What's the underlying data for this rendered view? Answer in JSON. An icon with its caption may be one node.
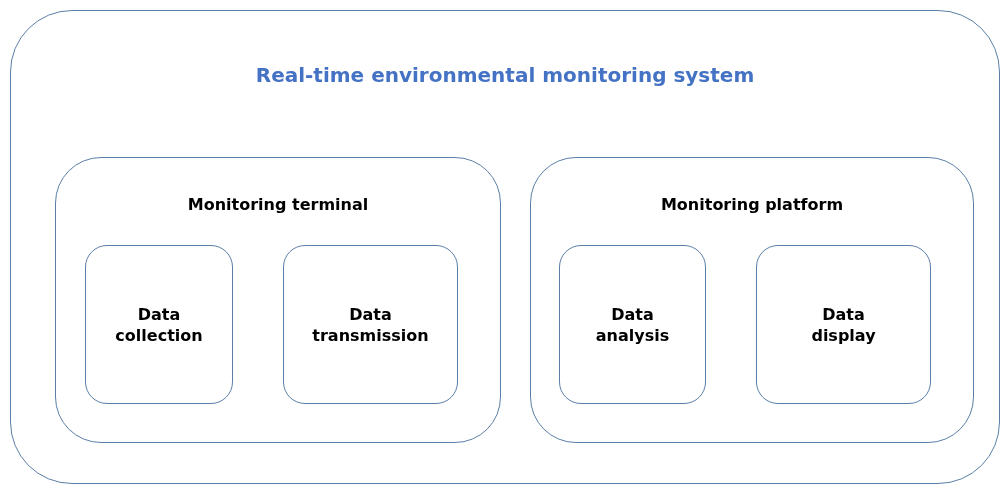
{
  "diagram": {
    "nodes": [
      {
        "text": [
          "Real-time environmental monitoring system"
        ]
      },
      {
        "text": [
          "Monitoring terminal"
        ],
        "in": 0
      },
      {
        "text": [
          "Data collection"
        ],
        "in": 1
      },
      {
        "text": [
          "Data transmission"
        ],
        "in": 1
      },
      {
        "text": [
          "Monitoring platform"
        ],
        "in": 0
      },
      {
        "text": [
          "Data analysis"
        ],
        "in": 4
      },
      {
        "text": [
          "Data display"
        ],
        "in": 4
      }
    ]
  }
}
